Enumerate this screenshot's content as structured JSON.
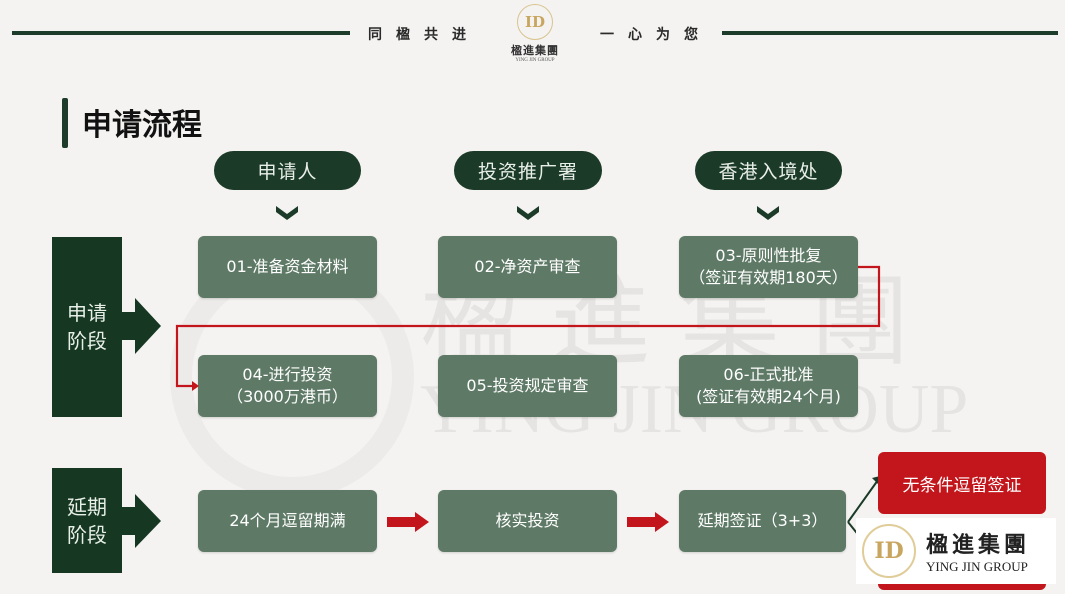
{
  "header": {
    "slogan_left": "同楹共进",
    "slogan_right": "一心为您",
    "logo": {
      "cn": "楹進集團",
      "en": "YING JIN GROUP",
      "mark": "ID"
    }
  },
  "title": "申请流程",
  "watermark": {
    "cn": "楹進集團",
    "en": "YING JIN GROUP"
  },
  "columns": [
    {
      "label": "申请人"
    },
    {
      "label": "投资推广署"
    },
    {
      "label": "香港入境处"
    }
  ],
  "stages": [
    {
      "label_line1": "申请",
      "label_line2": "阶段"
    },
    {
      "label_line1": "延期",
      "label_line2": "阶段"
    }
  ],
  "application_steps": [
    {
      "line1": "01-准备资金材料",
      "line2": ""
    },
    {
      "line1": "02-净资产审查",
      "line2": ""
    },
    {
      "line1": "03-原则性批复",
      "line2": "（签证有效期180天）"
    },
    {
      "line1": "04-进行投资",
      "line2": "（3000万港币）"
    },
    {
      "line1": "05-投资规定审查",
      "line2": ""
    },
    {
      "line1": "06-正式批准",
      "line2": "(签证有效期24个月)"
    }
  ],
  "extension_steps": [
    {
      "label": "24个月逗留期满"
    },
    {
      "label": "核实投资"
    },
    {
      "label": "延期签证（3+3）"
    }
  ],
  "outcomes": [
    {
      "label": "无条件逗留签证"
    },
    {
      "label": ""
    }
  ],
  "colors": {
    "dark_green": "#1b3a27",
    "box_green": "#5e7a66",
    "red": "#c3161c",
    "gold": "#c9a660"
  },
  "corner_logo": {
    "cn": "楹進集團",
    "en": "YING JIN GROUP",
    "mark": "ID"
  }
}
